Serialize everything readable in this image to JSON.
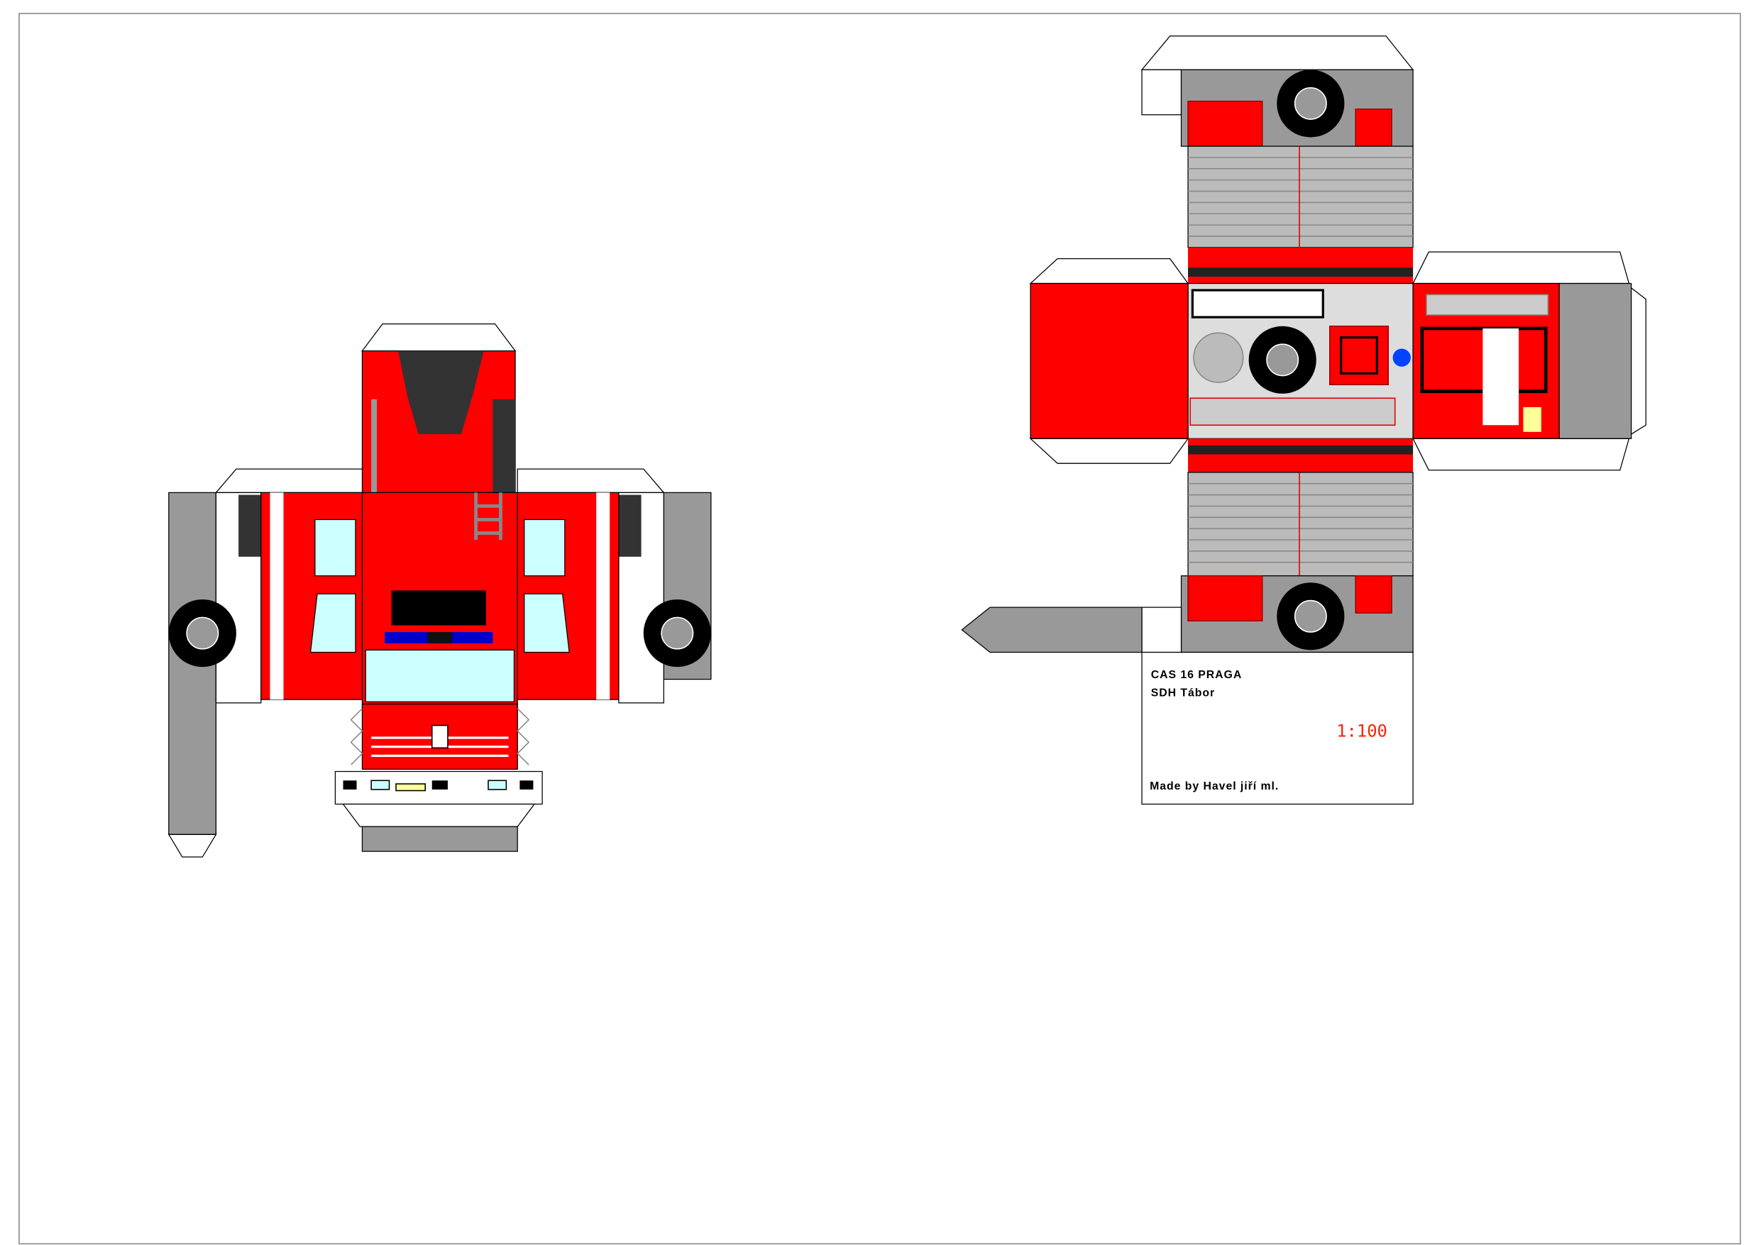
{
  "sheet": {
    "title": "CAS 16 PRAGA",
    "subtitle": "SDH Tábor",
    "scale": "1:100",
    "credit": "Made by Havel jiří ml."
  },
  "colors": {
    "red": "#ff0000",
    "gray": "#999999",
    "window": "#ccffff",
    "dark": "#333333",
    "scale_text": "#ff2200"
  }
}
